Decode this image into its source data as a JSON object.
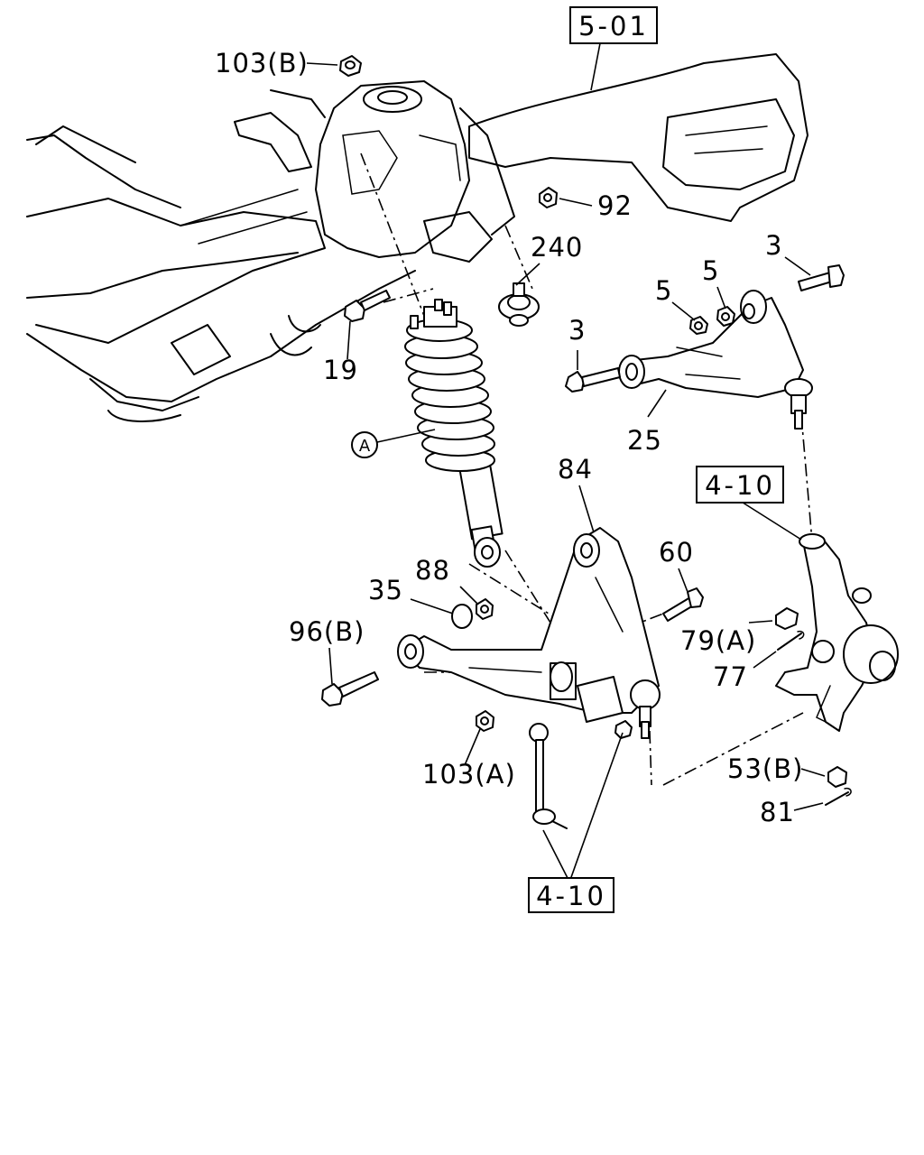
{
  "diagram": {
    "reference_boxes": {
      "frame": "5-01",
      "knuckle": "4-10",
      "stabilizer": "4-10"
    },
    "callout_A": "A",
    "labels": {
      "nut_103b": "103(B)",
      "nut_92": "92",
      "bushing_240": "240",
      "bolt_3_top": "3",
      "nut_5_right": "5",
      "nut_5_left": "5",
      "bolt_3_left": "3",
      "bolt_19": "19",
      "upper_arm_25": "25",
      "lower_arm_84": "84",
      "bolt_60": "60",
      "nut_88": "88",
      "washer_35": "35",
      "bolt_96b": "96(B)",
      "nut_79a": "79(A)",
      "pin_77": "77",
      "nut_103a": "103(A)",
      "nut_53b": "53(B)",
      "pin_81": "81"
    }
  }
}
